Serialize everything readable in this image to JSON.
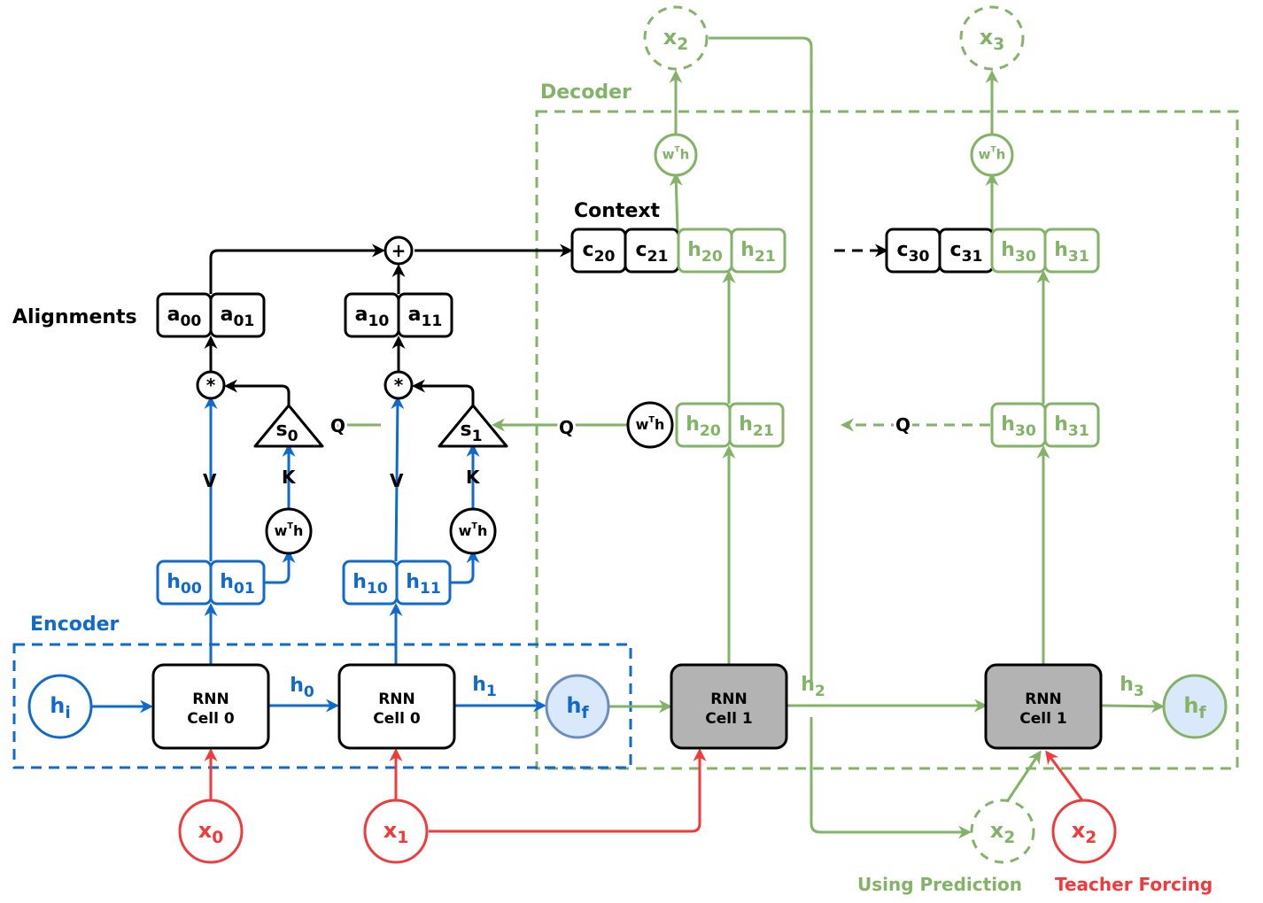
{
  "colors": {
    "encoder": "#0F6ACF",
    "decoder": "#82B366",
    "input": "#F23A3A",
    "black": "#000000",
    "cell1_fill": "#B3B3B3",
    "hf_fill": "#DAE8FC",
    "hf_enc_stroke": "#6C8EBF"
  },
  "labels": {
    "encoder": "Encoder",
    "decoder": "Decoder",
    "alignments": "Alignments",
    "context": "Context",
    "using_prediction": "Using Prediction",
    "teacher_forcing": "Teacher Forcing",
    "v": "V",
    "k": "K",
    "q": "Q"
  },
  "cells": [
    {
      "line1": "RNN",
      "line2": "Cell 0"
    },
    {
      "line1": "RNN",
      "line2": "Cell 0"
    },
    {
      "line1": "RNN",
      "line2": "Cell 1"
    },
    {
      "line1": "RNN",
      "line2": "Cell 1"
    }
  ],
  "nodes": {
    "hi": {
      "base": "h",
      "sub": "i"
    },
    "hf_enc": {
      "base": "h",
      "sub": "f"
    },
    "hf_dec": {
      "base": "h",
      "sub": "f"
    },
    "x0": {
      "base": "x",
      "sub": "0"
    },
    "x1": {
      "base": "x",
      "sub": "1"
    },
    "x2_pred": {
      "base": "x",
      "sub": "2"
    },
    "x2_teacher": {
      "base": "x",
      "sub": "2"
    },
    "x2_out": {
      "base": "x",
      "sub": "2"
    },
    "x3_out": {
      "base": "x",
      "sub": "3"
    },
    "wth": {
      "base": "w",
      "sup": "T",
      "tail": "h"
    }
  },
  "edge_labels": {
    "h0": {
      "base": "h",
      "sub": "0"
    },
    "h1": {
      "base": "h",
      "sub": "1"
    },
    "h2": {
      "base": "h",
      "sub": "2"
    },
    "h3": {
      "base": "h",
      "sub": "3"
    }
  },
  "scores": {
    "s0": {
      "base": "s",
      "sub": "0"
    },
    "s1": {
      "base": "s",
      "sub": "1"
    }
  },
  "operators": {
    "mult": "*",
    "plus": "+"
  },
  "vectors": {
    "enc_h0": [
      {
        "base": "h",
        "sub": "00"
      },
      {
        "base": "h",
        "sub": "01"
      }
    ],
    "enc_h1": [
      {
        "base": "h",
        "sub": "10"
      },
      {
        "base": "h",
        "sub": "11"
      }
    ],
    "align0": [
      {
        "base": "a",
        "sub": "00"
      },
      {
        "base": "a",
        "sub": "01"
      }
    ],
    "align1": [
      {
        "base": "a",
        "sub": "10"
      },
      {
        "base": "a",
        "sub": "11"
      }
    ],
    "ctx2": [
      {
        "base": "c",
        "sub": "20"
      },
      {
        "base": "c",
        "sub": "21"
      }
    ],
    "dec_h2_top": [
      {
        "base": "h",
        "sub": "20"
      },
      {
        "base": "h",
        "sub": "21"
      }
    ],
    "dec_h2_mid": [
      {
        "base": "h",
        "sub": "20"
      },
      {
        "base": "h",
        "sub": "21"
      }
    ],
    "ctx3": [
      {
        "base": "c",
        "sub": "30"
      },
      {
        "base": "c",
        "sub": "31"
      }
    ],
    "dec_h3_top": [
      {
        "base": "h",
        "sub": "30"
      },
      {
        "base": "h",
        "sub": "31"
      }
    ],
    "dec_h3_mid": [
      {
        "base": "h",
        "sub": "30"
      },
      {
        "base": "h",
        "sub": "31"
      }
    ]
  }
}
